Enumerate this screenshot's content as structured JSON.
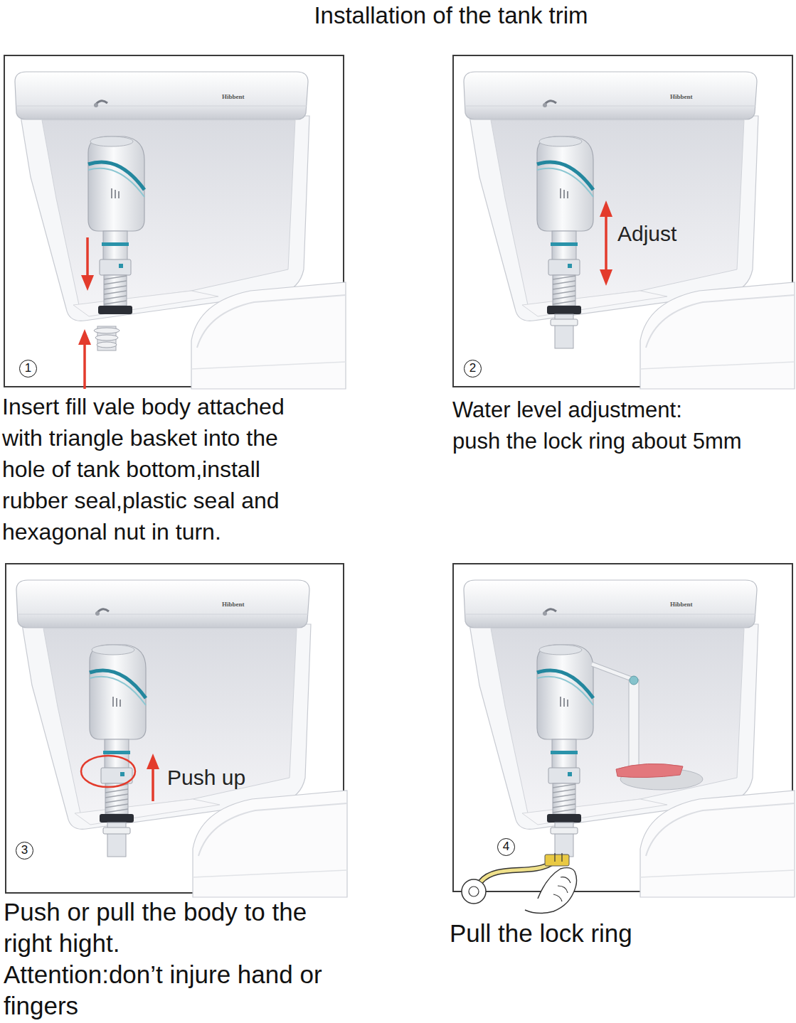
{
  "diagram": {
    "title": "Installation of the tank trim",
    "nodes": [
      {
        "text": [
          "Insert fill vale body attached with triangle basket into the hole of tank bottom,install rubber seal,plastic seal and hexagonal nut in turn."
        ]
      },
      {
        "text": [
          "Water level adjustment:",
          "push the lock ring about 5mm"
        ]
      },
      {
        "text": [
          "Push or pull the body to the right hight.",
          "Attention:don’t injure hand or fingers"
        ]
      },
      {
        "text": [
          "Pull the lock ring"
        ]
      }
    ],
    "labels": [
      "Hibbent",
      "1",
      "Hibbent",
      "Adjust",
      "2",
      "Hibbent",
      "Push up",
      "3",
      "Hibbent",
      "4"
    ]
  }
}
